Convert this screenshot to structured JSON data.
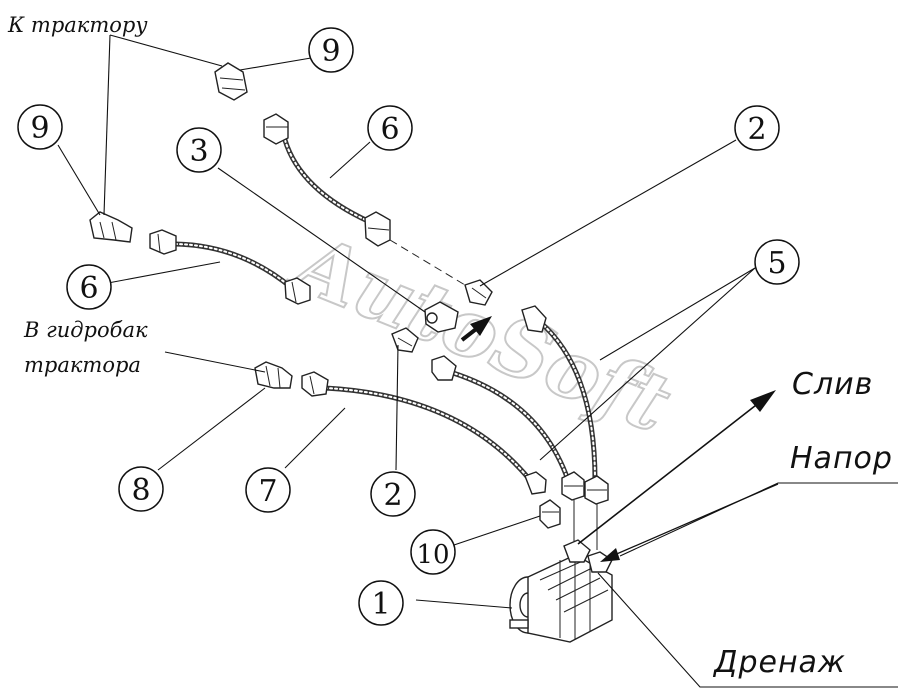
{
  "labels": {
    "to_tractor": "К трактору",
    "to_tank_line1": "В гидробак",
    "to_tank_line2": "трактора",
    "drain_out": "Слив",
    "pressure": "Напор",
    "drain": "Дренаж"
  },
  "callouts": {
    "c9a": "9",
    "c9b": "9",
    "c6a": "6",
    "c6b": "6",
    "c3": "3",
    "c2a": "2",
    "c2b": "2",
    "c5": "5",
    "c8": "8",
    "c7": "7",
    "c10": "10",
    "c1": "1"
  },
  "watermark": "AutoSoft",
  "colors": {
    "line": "#111111",
    "watermark": "#c8c8c8",
    "background": "#ffffff"
  }
}
